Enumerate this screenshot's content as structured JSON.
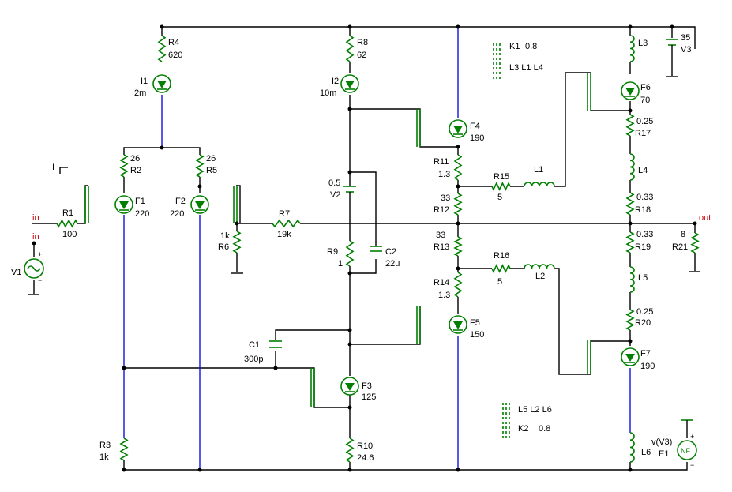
{
  "components": {
    "R4": {
      "name": "R4",
      "value": "620"
    },
    "R8": {
      "name": "R8",
      "value": "62"
    },
    "I1": {
      "name": "I1",
      "value": "2m"
    },
    "I2": {
      "name": "I2",
      "value": "10m"
    },
    "R2": {
      "name": "R2",
      "value": "26"
    },
    "R5": {
      "name": "R5",
      "value": "26"
    },
    "F1": {
      "name": "F1",
      "value": "220"
    },
    "F2": {
      "name": "F2",
      "value": "220"
    },
    "R1": {
      "name": "R1",
      "value": "100"
    },
    "V1": {
      "name": "V1"
    },
    "R6": {
      "name": "R6",
      "value": "1k"
    },
    "R7": {
      "name": "R7",
      "value": "19k"
    },
    "V2": {
      "name": "V2",
      "value": "0.5"
    },
    "R9": {
      "name": "R9",
      "value": "1"
    },
    "C2": {
      "name": "C2",
      "value": "22u"
    },
    "C1": {
      "name": "C1",
      "value": "300p"
    },
    "F3": {
      "name": "F3",
      "value": "125"
    },
    "R3": {
      "name": "R3",
      "value": "1k"
    },
    "R10": {
      "name": "R10",
      "value": "24.6"
    },
    "F4": {
      "name": "F4",
      "value": "190"
    },
    "R11": {
      "name": "R11",
      "value": "1.3"
    },
    "R12": {
      "name": "R12",
      "value": "33"
    },
    "R13": {
      "name": "R13",
      "value": "33"
    },
    "R14": {
      "name": "R14",
      "value": "1.3"
    },
    "F5": {
      "name": "F5",
      "value": "150"
    },
    "R15": {
      "name": "R15",
      "value": "5"
    },
    "R16": {
      "name": "R16",
      "value": "5"
    },
    "L1": {
      "name": "L1"
    },
    "L2": {
      "name": "L2"
    },
    "L3": {
      "name": "L3"
    },
    "L4": {
      "name": "L4"
    },
    "L5": {
      "name": "L5"
    },
    "L6": {
      "name": "L6"
    },
    "F6": {
      "name": "F6",
      "value": "70"
    },
    "F7": {
      "name": "F7",
      "value": "190"
    },
    "R17": {
      "name": "R17",
      "value": "0.25"
    },
    "R18": {
      "name": "R18",
      "value": "0.33"
    },
    "R19": {
      "name": "R19",
      "value": "0.33"
    },
    "R20": {
      "name": "R20",
      "value": "0.25"
    },
    "R21": {
      "name": "R21",
      "value": "8"
    },
    "V3": {
      "name": "V3",
      "value": "35"
    },
    "E1": {
      "name": "E1",
      "expr": "v(V3)",
      "symbol": "NF"
    }
  },
  "couplings": {
    "K1": {
      "name": "K1",
      "value": "0.8",
      "inductors": "L3 L1 L4"
    },
    "K2": {
      "name": "K2",
      "value": "0.8",
      "inductors": "L5 L2 L6"
    }
  },
  "nets": {
    "in1": "in",
    "in2": "in",
    "out": "out"
  },
  "probe_label": "I",
  "colors": {
    "wire": "#000000",
    "wire_blue": "#1010e0",
    "part": "#007f00",
    "netlabel": "#c00000"
  }
}
